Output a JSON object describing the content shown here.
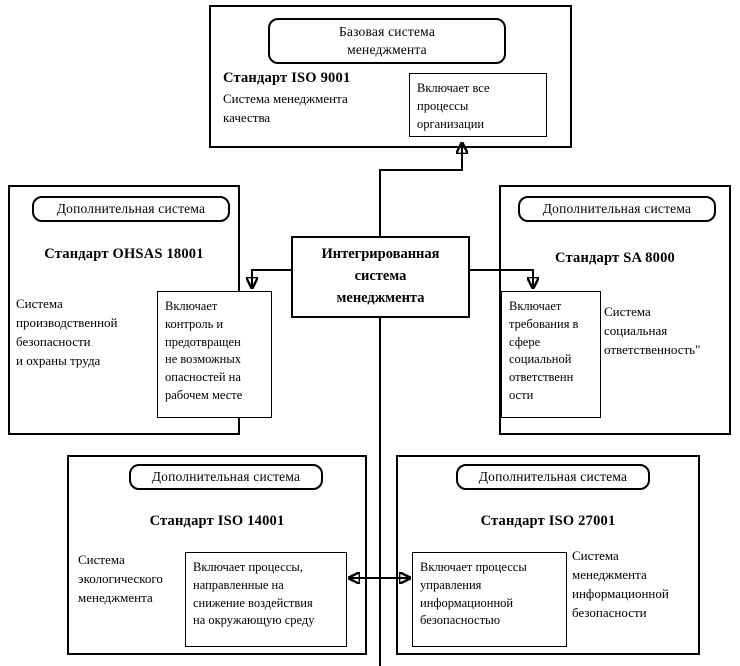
{
  "diagram": {
    "title_center": "Интегрированная\nсистема\nменеджмента",
    "base_section": {
      "tag": "Базовая система\nменеджмента",
      "standard": "Стандарт ISO 9001",
      "description": "Система менеджмента\nкачества",
      "note": "Включает все\nпроцессы\nорганизации"
    },
    "left_section": {
      "tag": "Дополнительная система",
      "standard": "Стандарт OHSAS 18001",
      "description": "Система\nпроизводственной\nбезопасности\nи охраны труда",
      "note": "Включает\nконтроль и\nпредотвращен\nне возможных\nопасностей на\nрабочем месте"
    },
    "right_section": {
      "tag": "Дополнительная система",
      "standard": "Стандарт SA 8000",
      "description": "Система\nсоциальная\nответственность\"",
      "note": "Включает\nтребования в\nсфере\nсоциальной\nответственн\nости"
    },
    "bottom_left_section": {
      "tag": "Дополнительная система",
      "standard": "Стандарт  ISO 14001",
      "description": "Система\nэкологического\nменеджмента",
      "note": "Включает процессы,\nнаправленные на\nснижение воздействия\nна окружающую среду"
    },
    "bottom_right_section": {
      "tag": "Дополнительная система",
      "standard": "Стандарт  ISO 27001",
      "description": "Система\nменеджмента\nинформационной\nбезопасности",
      "note": "Включает процессы\nуправления\nинформационной\nбезопасностью"
    },
    "colors": {
      "stroke": "#000000",
      "background": "#ffffff",
      "text": "#000000"
    }
  }
}
